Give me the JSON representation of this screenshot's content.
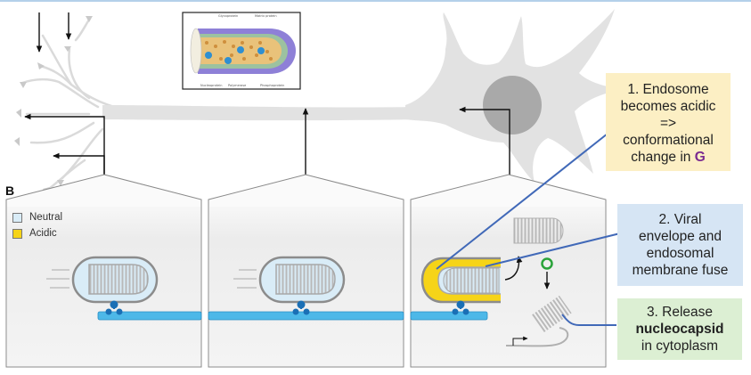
{
  "panel_label": "B",
  "legend": [
    {
      "label": "Neutral",
      "color": "#d9ecf7"
    },
    {
      "label": "Acidic",
      "color": "#f6d418"
    }
  ],
  "callouts": {
    "step1": {
      "line1": "1. Endosome",
      "line2": "becomes acidic",
      "line3": "=>",
      "line4": "conformational",
      "line5_prefix": "change in ",
      "line5_emph": "G"
    },
    "step2": {
      "line1": "2. Viral",
      "line2": "envelope and",
      "line3": "endosomal",
      "line4": "membrane fuse"
    },
    "step3": {
      "line1": "3. Release",
      "line2": "nucleocapsid",
      "line3": "in cytoplasm"
    }
  },
  "inset_labels": {
    "top_left": "Glycoprotein",
    "top_right": "Matrix protein",
    "bottom_left": "Nucleoprotein",
    "bottom_mid": "Polymerase",
    "bottom_right": "Phosphoprotein"
  },
  "colors": {
    "neuron": "#e2e2e2",
    "panel": "#f1f1f1",
    "axon_track": "#4db8e8",
    "receptor": "#1a6fb5",
    "neutral": "#d9ecf7",
    "acidic": "#f6d418",
    "pointer_line": "#4169b8",
    "divider": "#9cc1e3",
    "fusion_marker": "#2aa33a"
  }
}
